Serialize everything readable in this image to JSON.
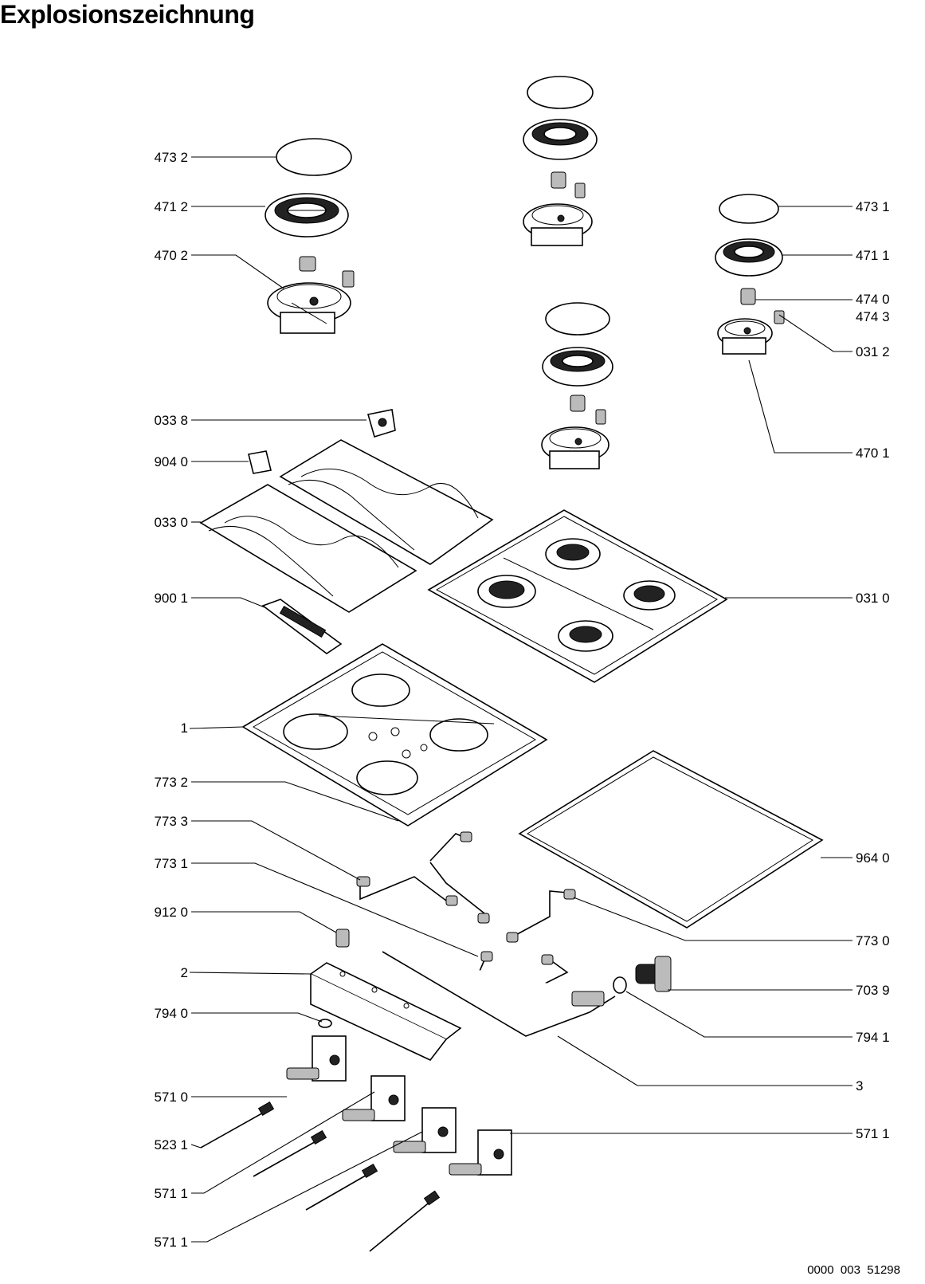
{
  "title": "Explosionszeichnung",
  "drawing_code": "0000  003  51298",
  "labels_left": [
    "473 2",
    "471 2",
    "470  2",
    "033 8",
    "904 0",
    "033 0",
    "900 1",
    "1",
    "773 2",
    "773 3",
    "773 1",
    "912 0",
    "2",
    "794 0",
    "571 0",
    "523 1",
    "571 1",
    "571 1"
  ],
  "labels_right": [
    "473 1",
    "471 1",
    "474 0",
    "474 3",
    "031 2",
    "470 1",
    "031 0",
    "964 0",
    "773 0",
    "703 9",
    "794 1",
    "3",
    "571 1"
  ]
}
